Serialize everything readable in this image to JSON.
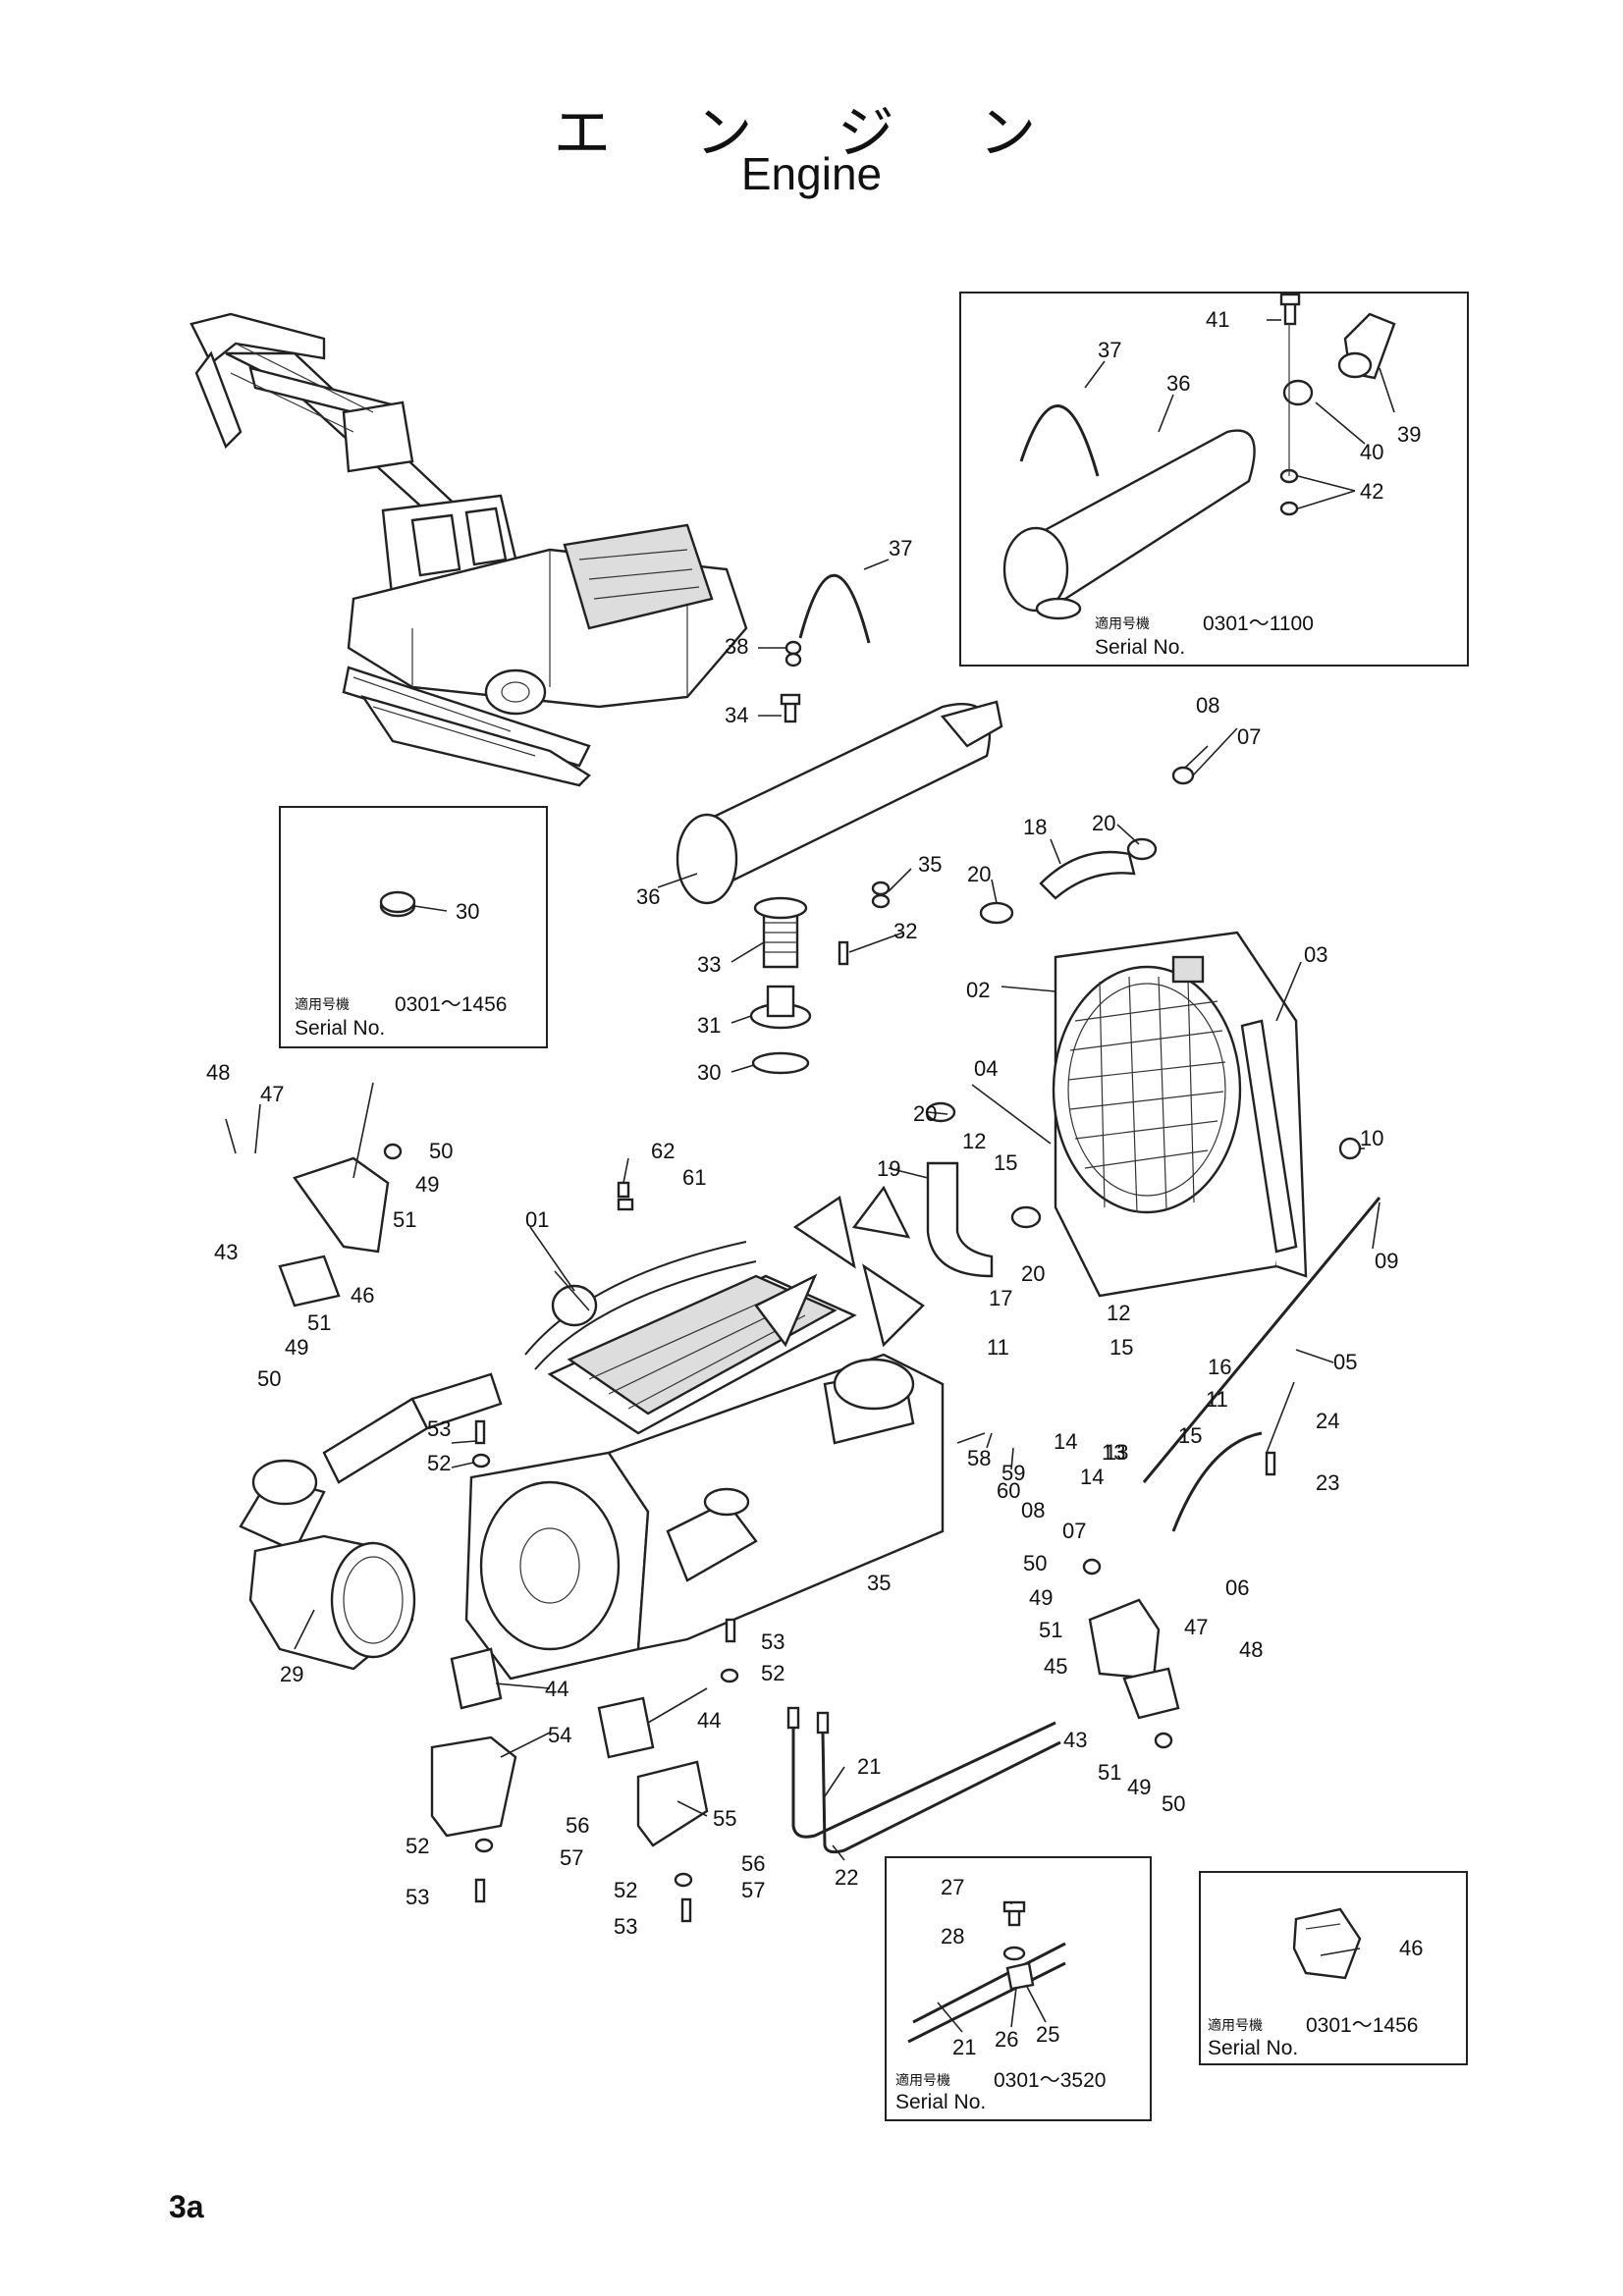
{
  "page": {
    "title_jp": "エ ン ジ ン",
    "title_en": "Engine",
    "page_number": "3a"
  },
  "insets": [
    {
      "serial_jp": "適用号機",
      "serial_range": "0301〜1100",
      "serial_label": "Serial No."
    },
    {
      "serial_jp": "適用号機",
      "serial_range": "0301〜1456",
      "serial_label": "Serial No."
    },
    {
      "serial_jp": "適用号機",
      "serial_range": "0301〜3520",
      "serial_label": "Serial No."
    },
    {
      "serial_jp": "適用号機",
      "serial_range": "0301〜1456",
      "serial_label": "Serial No."
    }
  ],
  "callouts": [
    "41",
    "37",
    "36",
    "40",
    "39",
    "42",
    "37",
    "38",
    "34",
    "36",
    "35",
    "32",
    "33",
    "31",
    "30",
    "30",
    "08",
    "07",
    "18",
    "20",
    "20",
    "02",
    "03",
    "04",
    "20",
    "19",
    "12",
    "15",
    "20",
    "10",
    "09",
    "17",
    "12",
    "11",
    "15",
    "16",
    "11",
    "15",
    "13",
    "14",
    "05",
    "24",
    "13",
    "23",
    "14",
    "08",
    "07",
    "06",
    "48",
    "47",
    "50",
    "49",
    "51",
    "43",
    "46",
    "51",
    "49",
    "50",
    "62",
    "61",
    "01",
    "53",
    "52",
    "35",
    "29",
    "53",
    "52",
    "44",
    "54",
    "44",
    "56",
    "57",
    "52",
    "53",
    "55",
    "56",
    "57",
    "52",
    "53",
    "58",
    "59",
    "60",
    "21",
    "22",
    "50",
    "49",
    "51",
    "47",
    "48",
    "45",
    "43",
    "51",
    "49",
    "50",
    "27",
    "28",
    "21",
    "26",
    "25",
    "46"
  ]
}
